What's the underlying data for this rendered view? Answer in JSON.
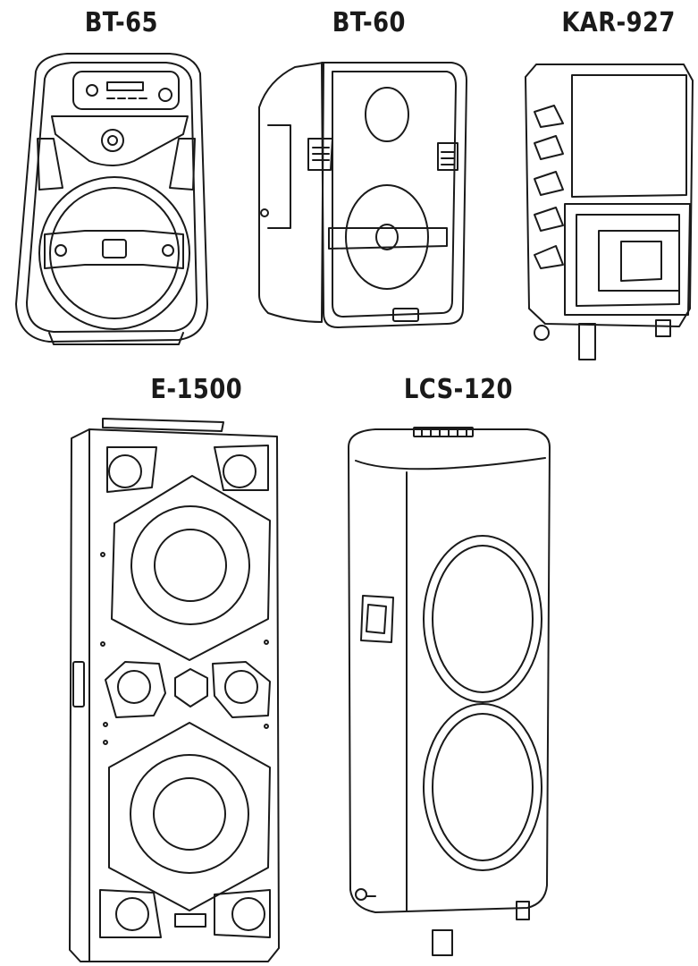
{
  "products": [
    {
      "id": "bt65",
      "label": "BT-65"
    },
    {
      "id": "bt60",
      "label": "BT-60"
    },
    {
      "id": "kar927",
      "label": "KAR-927"
    },
    {
      "id": "e1500",
      "label": "E-1500"
    },
    {
      "id": "lcs120",
      "label": "LCS-120"
    }
  ],
  "colors": {
    "stroke": "#1a1a1a",
    "background": "#ffffff"
  }
}
